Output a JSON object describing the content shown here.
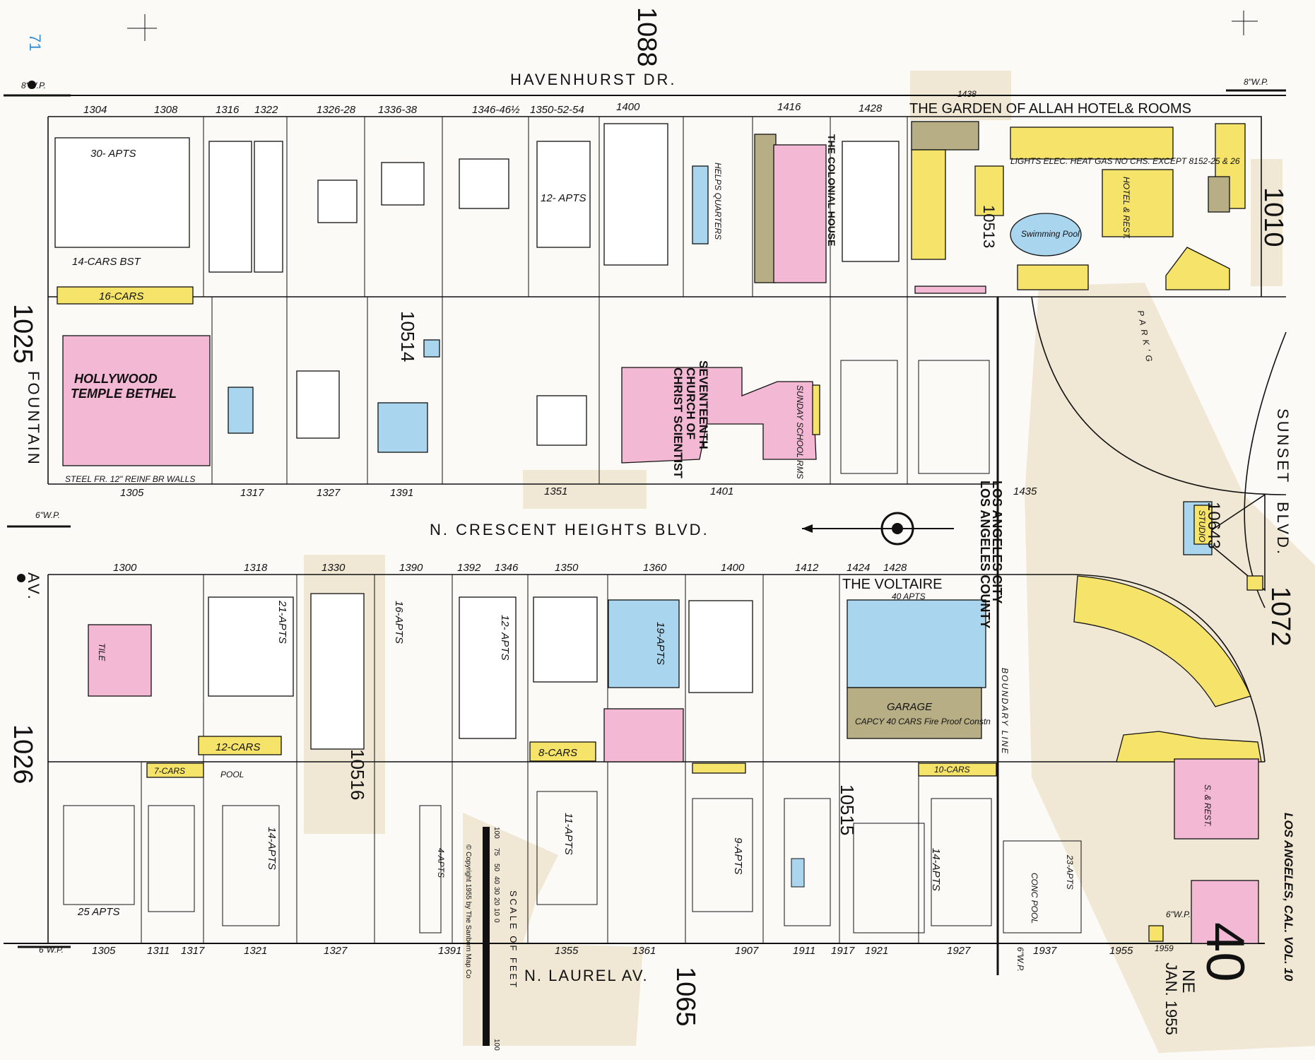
{
  "streets": {
    "havenhurst": "HAVENHURST  DR.",
    "crescent_heights": "N.  CRESCENT  HEIGHTS  BLVD.",
    "laurel": "N.  LAUREL  AV.",
    "fountain": "FOUNTAIN",
    "fountain_av": "AV.",
    "sunset": "SUNSET",
    "sunset_blvd": "BLVD."
  },
  "sheet_refs": {
    "top": "1088",
    "left_upper": "1025",
    "left_lower": "1026",
    "bottom": "1065",
    "right_upper": "1010",
    "right_lower": "1072",
    "block_a": "10514",
    "block_b": "10516",
    "block_c": "10515",
    "block_d": "10513",
    "block_e": "10643",
    "corner_mark": "71"
  },
  "buildings": {
    "garden_of_allah": "THE GARDEN OF ALLAH HOTEL& ROOMS",
    "garden_note": "LIGHTS ELEC. HEAT GAS NO CHS. EXCEPT 8152-25 & 26",
    "swimming_pool": "Swimming Pool",
    "hotel_rest": "HOTEL & REST.",
    "colonial_house": "THE COLONIAL HOUSE",
    "helps_quarters": "HELPS QUARTERS",
    "temple_bethel_1": "HOLLYWOOD",
    "temple_bethel_2": "TEMPLE  BETHEL",
    "temple_note": "STEEL FR. 12\" REINF BR WALLS",
    "church_1": "SEVENTEENTH",
    "church_2": "CHURCH OF",
    "church_3": "CHRIST SCIENTIST",
    "sunday_school": "SUNDAY SCHOOL RMS",
    "voltaire": "THE VOLTAIRE",
    "voltaire_apts": "40 APTS",
    "garage": "GARAGE",
    "garage_note": "CAPCY 40 CARS Fire Proof Constn",
    "studio": "STUDIO",
    "rest": "S. & REST.",
    "thirty_apts": "30- APTS",
    "fourteen_cars": "14-CARS BST",
    "sixteen_cars": "16-CARS",
    "twelve_apts": "12- APTS",
    "twenty_one_apts": "21-APTS",
    "sixteen_apts": "16-APTS",
    "twelve_apts_b": "12- APTS",
    "nineteen_apts": "19-APTS",
    "twelve_cars": "12-CARS",
    "eight_cars": "8-CARS",
    "seven_cars": "7-CARS",
    "ten_cars": "10-CARS",
    "pool": "POOL",
    "fourteen_apts": "14-APTS",
    "eleven_apts": "11-APTS",
    "nine_apts": "9-APTS",
    "twenty_five_apts": "25 APTS",
    "fourteen_apts_b": "14-APTS",
    "twenty_three_apts": "23-APTS",
    "conc_pool": "CONC POOL",
    "four_apts": "4-APTS",
    "tile": "TILE",
    "parking": "PARK'G"
  },
  "addresses": {
    "north_top": [
      "1304",
      "1308",
      "1316",
      "1322",
      "1326-28",
      "1336-38",
      "1346-46½",
      "1350-52-54",
      "1400",
      "1416",
      "1428",
      "1438"
    ],
    "south_top": [
      "1305",
      "1317",
      "1327",
      "1391",
      "1351",
      "1401",
      "1435"
    ],
    "north_bottom": [
      "1300",
      "1318",
      "1330",
      "1390",
      "1392",
      "1346",
      "1350",
      "1360",
      "1400",
      "1412",
      "1424",
      "1428"
    ],
    "south_bottom": [
      "1305",
      "1311",
      "1317",
      "1321",
      "1327",
      "1391",
      "1355",
      "1361",
      "1907",
      "1911",
      "1917",
      "1921",
      "1927",
      "1937",
      "1955",
      "1959"
    ]
  },
  "boundary": {
    "city": "LOS ANGELES  CITY",
    "county": "LOS ANGELES  COUNTY",
    "line": "BOUNDARY  LINE"
  },
  "water_pipes": [
    "8\"W.P.",
    "6\"W.P.",
    "6\"W.P.",
    "6\"W.P.",
    "6\"W.P.",
    "8\"W.P."
  ],
  "footer": {
    "city": "LOS ANGELES, CAL. VOL. 10",
    "date": "JAN. 1955",
    "direction": "NE",
    "sheet_number": "40",
    "copyright": "© Copyright 1955 by The Sanborn Map Co",
    "scale": "SCALE OF FEET",
    "scale_ticks": [
      "100",
      "75",
      "50",
      "40",
      "30",
      "20",
      "10",
      "0",
      "100"
    ]
  }
}
